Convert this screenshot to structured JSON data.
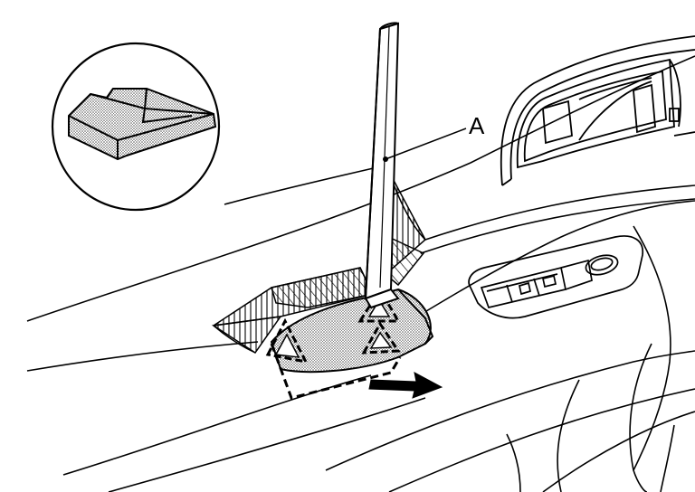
{
  "figure": {
    "callout_label": "A",
    "line_color": "#000000",
    "hatch_color": "#000000",
    "stipple_color": "#555555",
    "background": "#ffffff",
    "arrow_meaning": "pull-direction",
    "components": [
      "trim-removal-tool",
      "door-trim-panel",
      "inside-door-handle",
      "power-window-switch",
      "retaining-clip",
      "removal-direction-arrow",
      "clip-detail-inset"
    ]
  }
}
